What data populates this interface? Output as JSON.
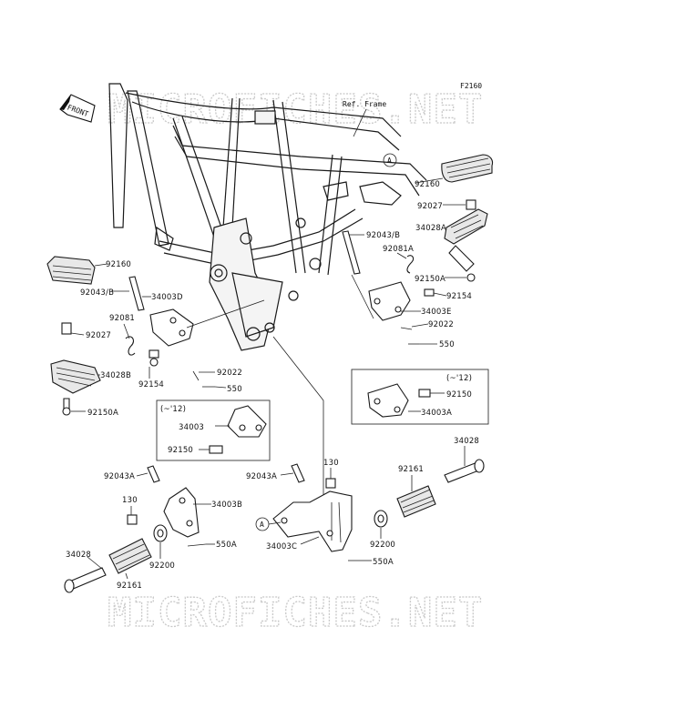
{
  "figure_code": "F2160",
  "front_badge": "FRONT",
  "ref_frame": "Ref. Frame",
  "watermark": "MICROFICHES.NET",
  "callout_a": "A",
  "group_left_note": "(~'12)",
  "group_right_note": "(~'12)",
  "labels": {
    "p92160_right": "92160",
    "p92027_right": "92027",
    "p34028A": "34028A",
    "p92043B_right": "92043/B",
    "p92081A": "92081A",
    "p92150A_right": "92150A",
    "p92154_right": "92154",
    "p34003E": "34003E",
    "p92022_right": "92022",
    "p550_right": "550",
    "p92160_left": "92160",
    "p92043B_left": "92043/B",
    "p34003D": "34003D",
    "p92081": "92081",
    "p92027_left": "92027",
    "p34028B": "34028B",
    "p92154_left": "92154",
    "p92022_left": "92022",
    "p550_left": "550",
    "p92150A_left": "92150A",
    "p92150_box_right": "92150",
    "p34003A": "34003A",
    "p34003_box_left": "34003",
    "p92150_box_left": "92150",
    "p92043A_left": "92043A",
    "p130_left": "130",
    "p34003B": "34003B",
    "p550A_left": "550A",
    "p34028_left": "34028",
    "p92200_left": "92200",
    "p92161_left": "92161",
    "p92043A_right": "92043A",
    "p130_right": "130",
    "p92161_right": "92161",
    "p34028_right": "34028",
    "p92200_right": "92200",
    "p34003C": "34003C",
    "p550A_right": "550A"
  }
}
